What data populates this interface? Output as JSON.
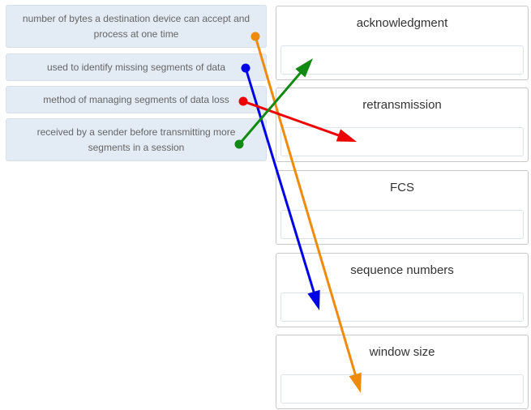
{
  "sources": [
    {
      "id": "window-size-def",
      "text": "number of bytes a destination device can accept and process at one time"
    },
    {
      "id": "sequence-def",
      "text": "used to identify missing segments of data"
    },
    {
      "id": "retransmission-def",
      "text": "method of managing segments of data loss"
    },
    {
      "id": "ack-def",
      "text": "received by a sender before transmitting more segments in a session"
    }
  ],
  "targets": [
    {
      "id": "acknowledgment",
      "label": "acknowledgment"
    },
    {
      "id": "retransmission",
      "label": "retransmission"
    },
    {
      "id": "fcs",
      "label": "FCS"
    },
    {
      "id": "sequence-numbers",
      "label": "sequence numbers"
    },
    {
      "id": "window-size",
      "label": "window size"
    }
  ],
  "arrows": [
    {
      "from": "window-size-def",
      "to": "window-size",
      "color": "#f08a0c"
    },
    {
      "from": "sequence-def",
      "to": "sequence-numbers",
      "color": "#0000e6"
    },
    {
      "from": "retransmission-def",
      "to": "retransmission",
      "color": "#ee0000"
    },
    {
      "from": "ack-def",
      "to": "acknowledgment",
      "color": "#118a11"
    }
  ],
  "colors": {
    "source_background": "#e3ebf4",
    "source_text": "#666666",
    "target_border": "#c8c8c8"
  }
}
